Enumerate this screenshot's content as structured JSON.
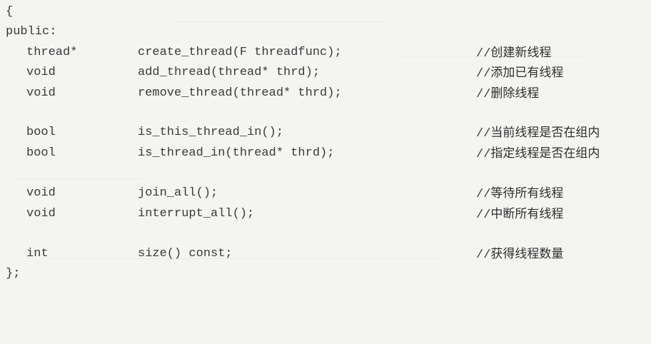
{
  "code": {
    "open_brace": "{",
    "access": "public:",
    "members": [
      {
        "type": "thread*",
        "decl": "create_thread(F threadfunc);",
        "comment_prefix": "//",
        "comment": "创建新线程"
      },
      {
        "type": "void",
        "decl": "add_thread(thread* thrd);",
        "comment_prefix": "//",
        "comment": "添加已有线程"
      },
      {
        "type": "void",
        "decl": "remove_thread(thread* thrd);",
        "comment_prefix": "//",
        "comment": "删除线程"
      },
      {
        "type": "bool",
        "decl": "is_this_thread_in();",
        "comment_prefix": "//",
        "comment": "当前线程是否在组内"
      },
      {
        "type": "bool",
        "decl": "is_thread_in(thread* thrd);",
        "comment_prefix": "//",
        "comment": "指定线程是否在组内"
      },
      {
        "type": "void",
        "decl": "join_all();",
        "comment_prefix": "//",
        "comment": "等待所有线程"
      },
      {
        "type": "void",
        "decl": "interrupt_all();",
        "comment_prefix": "//",
        "comment": "中断所有线程"
      },
      {
        "type": "int",
        "decl": "size() const;",
        "comment_prefix": "//",
        "comment": "获得线程数量"
      }
    ],
    "close_brace": "};"
  },
  "colors": {
    "background": "#f4f4f2",
    "text": "#3a3a3a"
  }
}
